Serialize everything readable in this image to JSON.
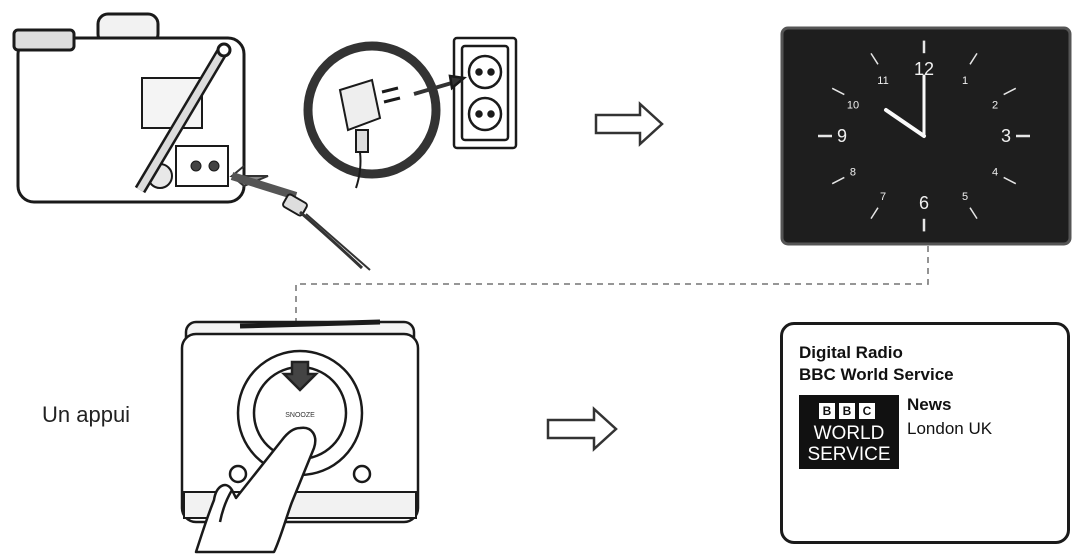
{
  "caption": "Un appui",
  "clock": {
    "numerals": [
      "12",
      "1",
      "2",
      "3",
      "4",
      "5",
      "6",
      "7",
      "8",
      "9",
      "10",
      "11"
    ]
  },
  "radio_buttons": {
    "center": "SNOOZE"
  },
  "display": {
    "line1": "Digital Radio",
    "line2": "BBC World Service",
    "logo_letters": [
      "B",
      "B",
      "C"
    ],
    "logo_line1": "WORLD",
    "logo_line2": "SERVICE",
    "programme_line1": "News",
    "programme_line2": "London UK"
  },
  "icons": [
    "radio-device-icon",
    "power-adapter-icon",
    "wall-socket-icon",
    "arrow-right-icon",
    "clock-display-icon",
    "hand-press-icon",
    "signal-strength-icon"
  ]
}
